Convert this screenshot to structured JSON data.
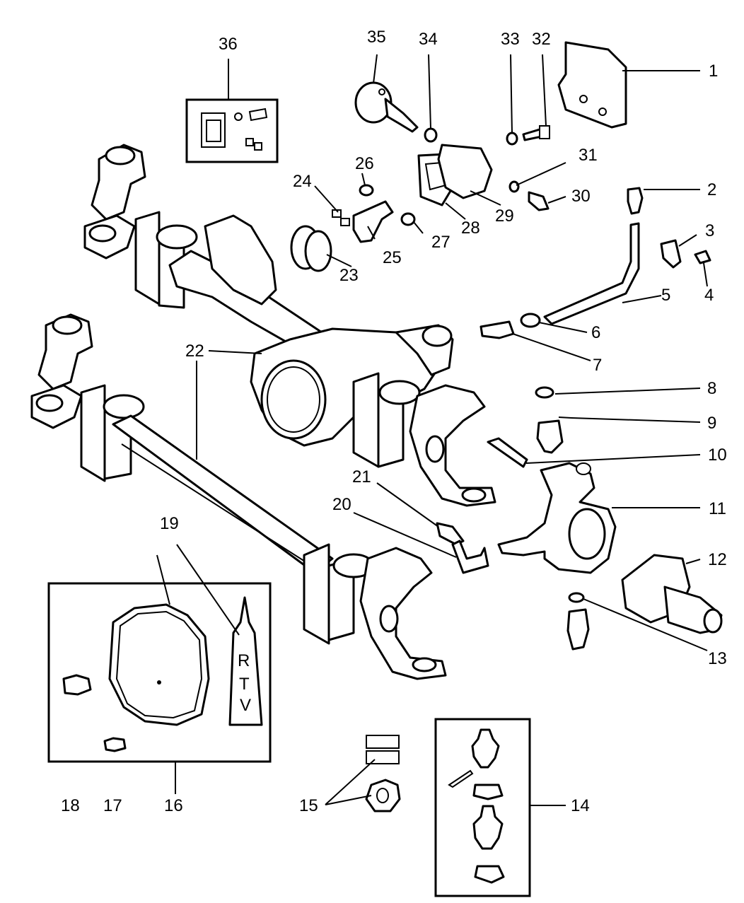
{
  "callouts": {
    "c1": "1",
    "c2": "2",
    "c3": "3",
    "c4": "4",
    "c5": "5",
    "c6": "6",
    "c7": "7",
    "c8": "8",
    "c9": "9",
    "c10": "10",
    "c11": "11",
    "c12": "12",
    "c13": "13",
    "c14": "14",
    "c15": "15",
    "c16": "16",
    "c17": "17",
    "c18": "18",
    "c19": "19",
    "c20": "20",
    "c21": "21",
    "c22": "22",
    "c23": "23",
    "c24": "24",
    "c25": "25",
    "c26": "26",
    "c27": "27",
    "c28": "28",
    "c29": "29",
    "c30": "30",
    "c31": "31",
    "c32": "32",
    "c33": "33",
    "c34": "34",
    "c35": "35",
    "c36": "36"
  },
  "rtv_tube": {
    "letters": [
      "R",
      "T",
      "V"
    ]
  }
}
